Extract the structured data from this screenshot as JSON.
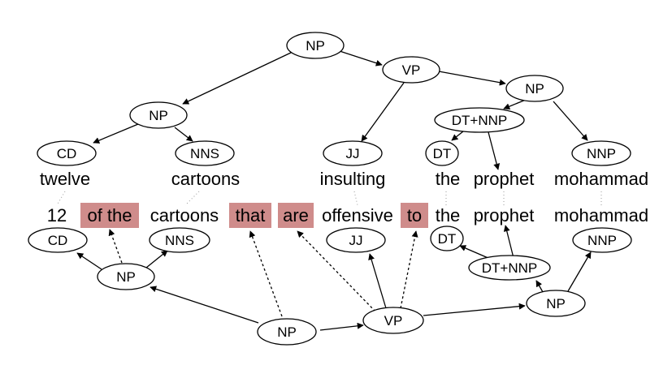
{
  "top_tree": {
    "nodes": [
      {
        "id": "t_np_root",
        "label": "NP"
      },
      {
        "id": "t_vp",
        "label": "VP"
      },
      {
        "id": "t_np_left",
        "label": "NP"
      },
      {
        "id": "t_np_right",
        "label": "NP"
      },
      {
        "id": "t_dtnnp",
        "label": "DT+NNP"
      },
      {
        "id": "t_cd",
        "label": "CD"
      },
      {
        "id": "t_nns",
        "label": "NNS"
      },
      {
        "id": "t_jj",
        "label": "JJ"
      },
      {
        "id": "t_dt",
        "label": "DT"
      },
      {
        "id": "t_nnp",
        "label": "NNP"
      }
    ],
    "words": [
      "twelve",
      "cartoons",
      "insulting",
      "the",
      "prophet",
      "mohammad"
    ]
  },
  "bottom_tree": {
    "nodes": [
      {
        "id": "b_cd",
        "label": "CD"
      },
      {
        "id": "b_nns",
        "label": "NNS"
      },
      {
        "id": "b_jj",
        "label": "JJ"
      },
      {
        "id": "b_dt",
        "label": "DT"
      },
      {
        "id": "b_nnp",
        "label": "NNP"
      },
      {
        "id": "b_np_left",
        "label": "NP"
      },
      {
        "id": "b_dtnnp",
        "label": "DT+NNP"
      },
      {
        "id": "b_np_right",
        "label": "NP"
      },
      {
        "id": "b_np_root",
        "label": "NP"
      },
      {
        "id": "b_vp",
        "label": "VP"
      }
    ],
    "words": [
      "12",
      "of the",
      "cartoons",
      "that",
      "are",
      "offensive",
      "to",
      "the",
      "prophet",
      "mohammad"
    ],
    "highlighted_words": [
      "of the",
      "that",
      "are",
      "to"
    ]
  },
  "colors": {
    "highlight": "#cf8c8b",
    "ink": "#000000",
    "alignment_line": "#9a9a9a"
  }
}
